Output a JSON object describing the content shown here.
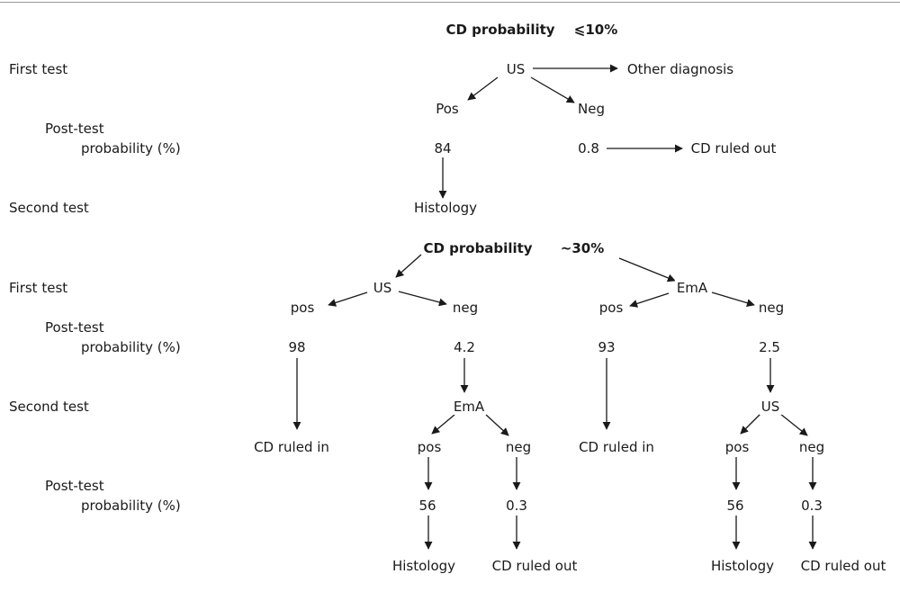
{
  "rows": {
    "first_test": "First test",
    "post_test_1": "Post-test",
    "post_test_2": "probability (%)",
    "second_test": "Second test"
  },
  "scenario_low": {
    "title": "CD probability",
    "threshold": "⩽10%",
    "first_test": "US",
    "other": "Other diagnosis",
    "pos": "Pos",
    "neg": "Neg",
    "pos_prob": "84",
    "neg_prob": "0.8",
    "neg_result": "CD ruled out",
    "pos_next": "Histology"
  },
  "scenario_mid": {
    "title": "CD probability",
    "threshold": "~30%",
    "left": {
      "test": "US",
      "pos": "pos",
      "neg": "neg",
      "pos_prob": "98",
      "neg_prob": "4.2",
      "pos_result": "CD  ruled in",
      "second_test": "EmA",
      "second_pos": "pos",
      "second_neg": "neg",
      "second_pos_prob": "56",
      "second_neg_prob": "0.3",
      "second_pos_result": "Histology",
      "second_neg_result": "CD ruled out"
    },
    "right": {
      "test": "EmA",
      "pos": "pos",
      "neg": "neg",
      "pos_prob": "93",
      "neg_prob": "2.5",
      "pos_result": "CD ruled in",
      "second_test": "US",
      "second_pos": "pos",
      "second_neg": "neg",
      "second_pos_prob": "56",
      "second_neg_prob": "0.3",
      "second_pos_result": "Histology",
      "second_neg_result": "CD ruled out"
    }
  }
}
